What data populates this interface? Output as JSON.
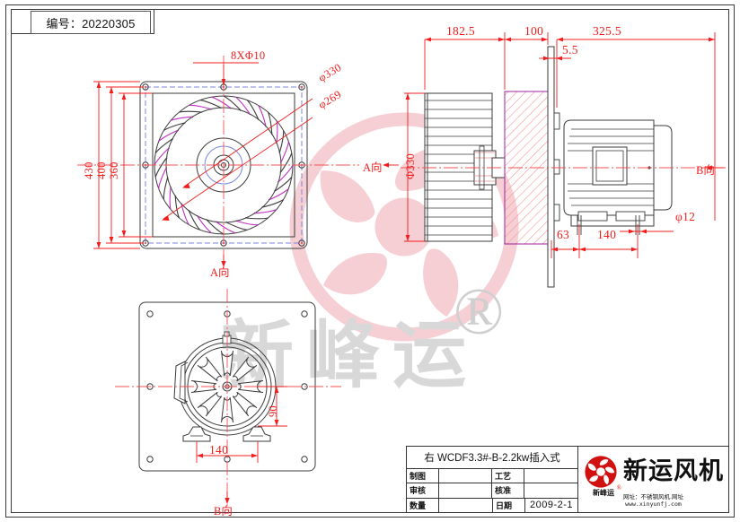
{
  "sheet": {
    "serial_label": "编号：20220305"
  },
  "views": {
    "front": {
      "name": "front-view",
      "hole_note": "8XΦ10",
      "dia_outer": "φ330",
      "dia_inner": "φ269",
      "dim_430": "430",
      "dim_400": "400",
      "dim_360": "360",
      "view_arrow_right": "A向",
      "view_arrow_bottom": "A向"
    },
    "section": {
      "name": "section-view",
      "dim_182_5": "182.5",
      "dim_100": "100",
      "dim_325_5": "325.5",
      "dim_5_5": "5.5",
      "dia_330": "Φ330",
      "dim_63": "63",
      "dim_140": "140",
      "dia_12": "φ12",
      "view_arrow_right": "B向"
    },
    "bottom": {
      "name": "b-view",
      "dim_140": "140",
      "dim_90": "90",
      "view_arrow_bottom": "B向"
    }
  },
  "titleblock": {
    "model": "右  WCDF3.3#-B-2.2kw插入式",
    "rows": [
      {
        "label_left": "制图",
        "value_left": "",
        "label_right": "工艺",
        "value_right": ""
      },
      {
        "label_left": "审核",
        "value_left": "",
        "label_right": "核准",
        "value_right": ""
      }
    ],
    "qty_label": "数量",
    "qty_value": "",
    "date_label": "日期",
    "date_value": "2009-2-1",
    "brand_name": "新运风机",
    "brand_sub": "新峰运",
    "brand_tm": "®",
    "web_line1": "网址：不锈钢风机.网址",
    "web_line2": "www.xinyunfj.com"
  },
  "watermark": {
    "chars": "新峰运",
    "registered": "®"
  },
  "colors": {
    "dimension_red": "#f11d1d",
    "line_dark": "#3b3b3b",
    "hatch_magenta": "#c030c0",
    "centerline_red": "#f05050",
    "watermark_pink": "#f6cfd4",
    "watermark_grey": "#d8d8d8"
  }
}
